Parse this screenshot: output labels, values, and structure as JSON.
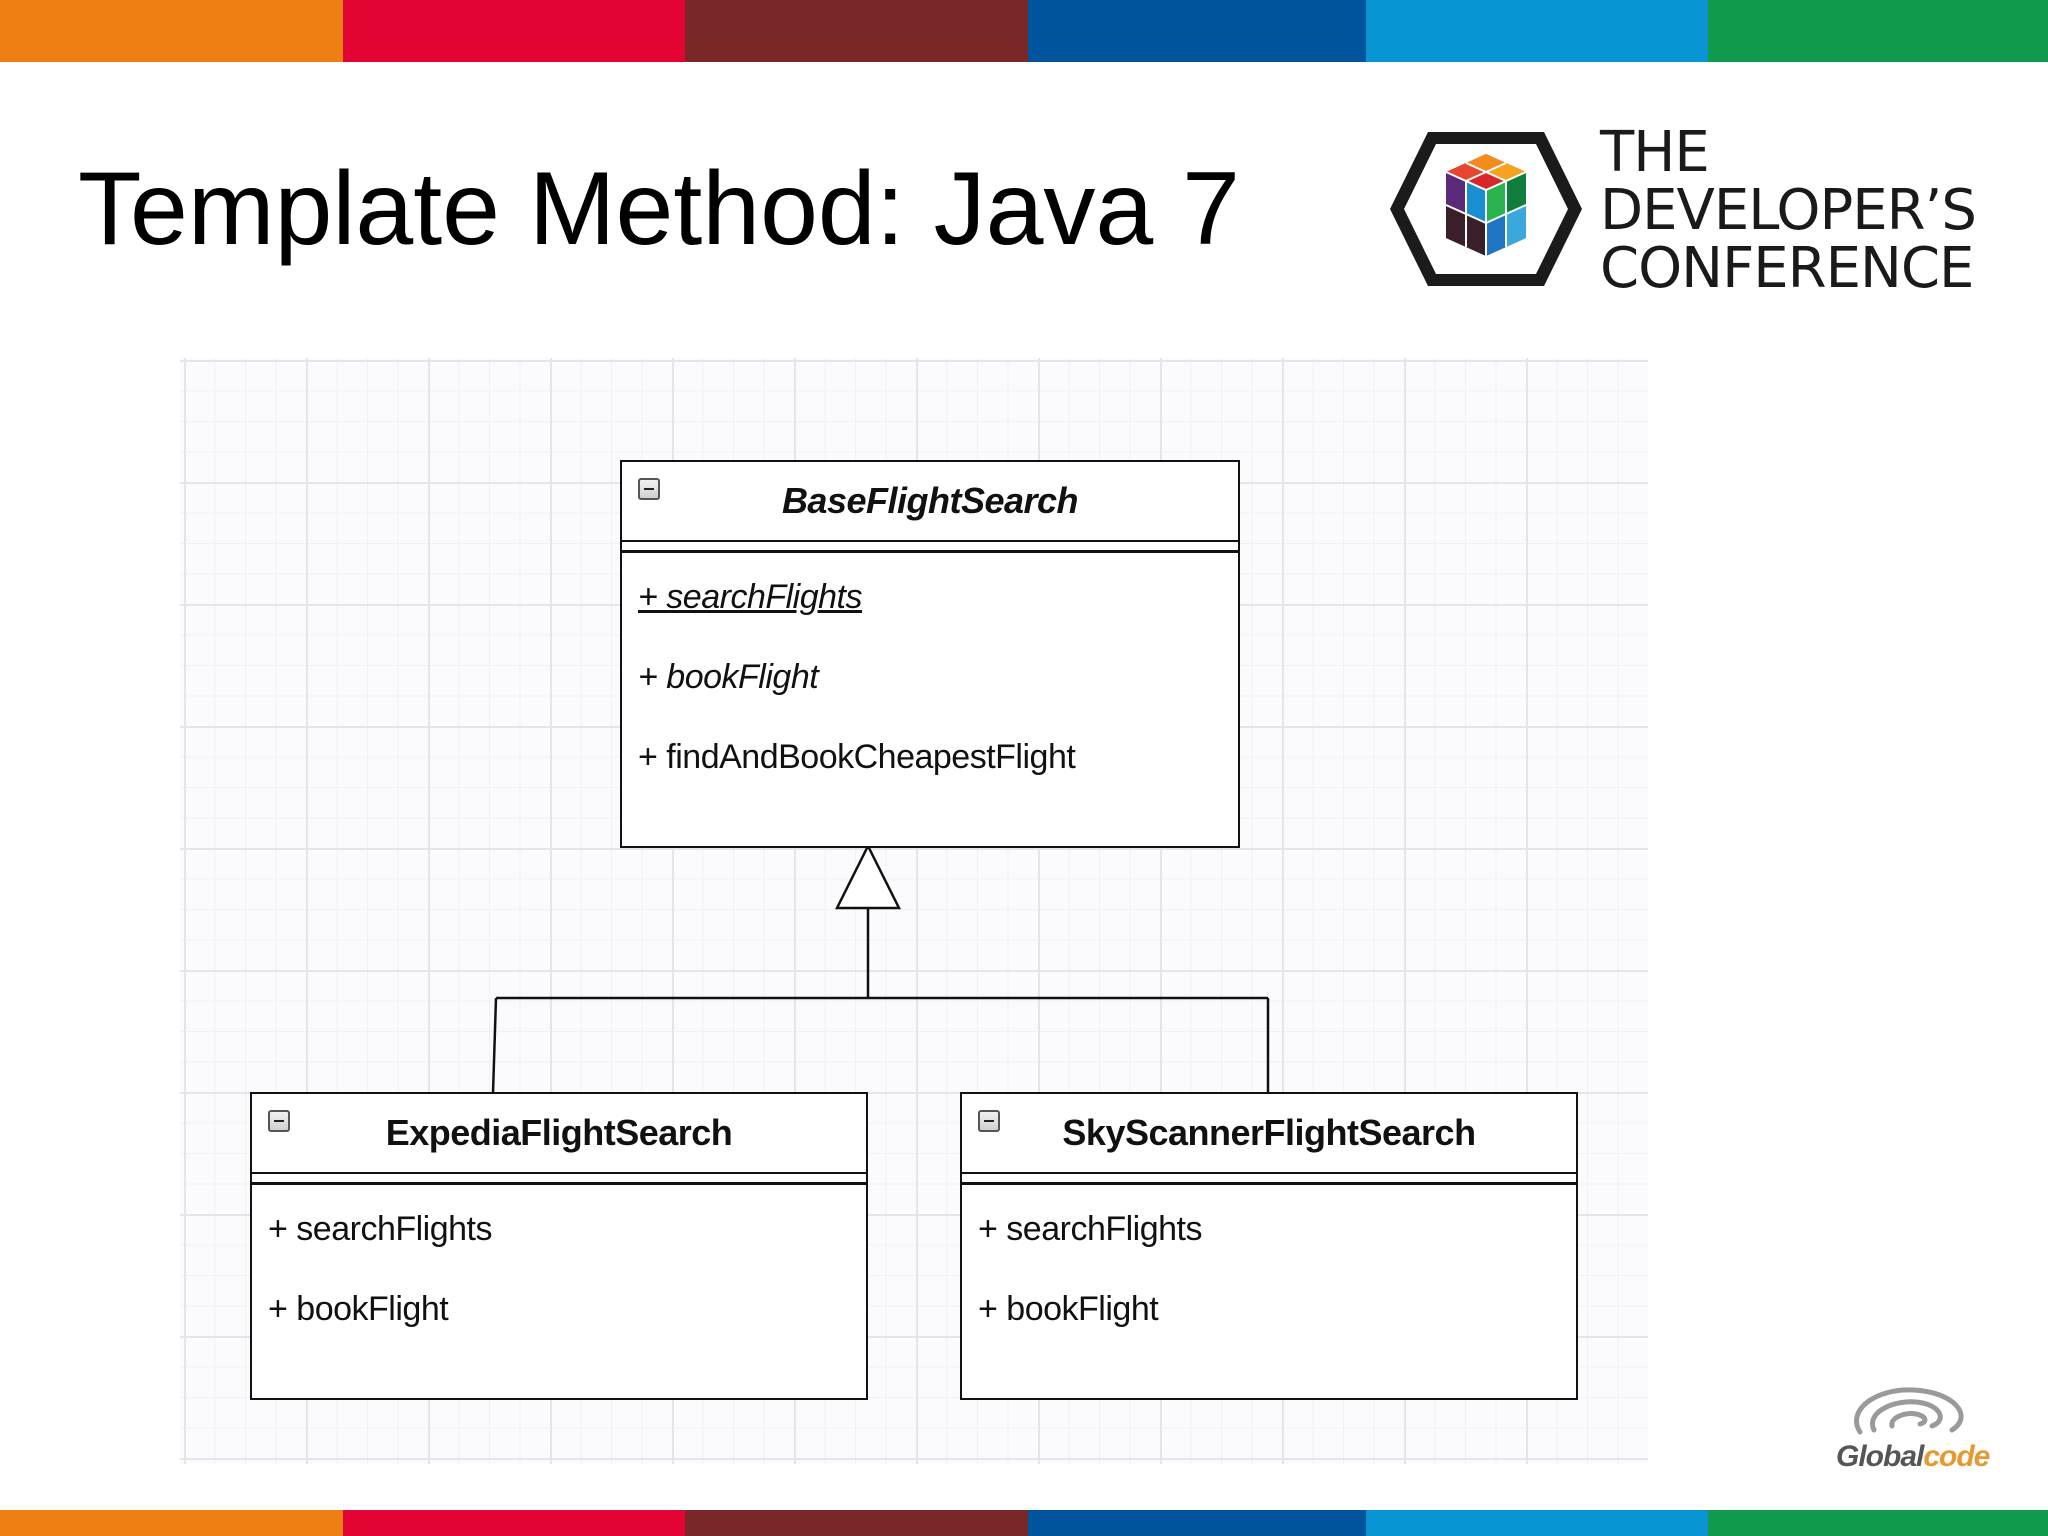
{
  "slide": {
    "title": "Template Method: Java 7",
    "stripe_colors": [
      "#ee7f12",
      "#e30433",
      "#7a2727",
      "#00549c",
      "#0995d3",
      "#0f9a4c"
    ]
  },
  "logo": {
    "line1": "THE",
    "line2": "DEVELOPER’S",
    "line3": "CONFERENCE"
  },
  "diagram": {
    "classes": [
      {
        "id": "base",
        "name": "BaseFlightSearch",
        "abstract": true,
        "operations": [
          {
            "label": "+ searchFlights",
            "abstract": true,
            "static": true
          },
          {
            "label": "+ bookFlight",
            "abstract": true,
            "static": false
          },
          {
            "label": "+ findAndBookCheapestFlight",
            "abstract": false,
            "static": false
          }
        ]
      },
      {
        "id": "expedia",
        "name": "ExpediaFlightSearch",
        "abstract": false,
        "operations": [
          {
            "label": "+ searchFlights",
            "abstract": false,
            "static": false
          },
          {
            "label": "+ bookFlight",
            "abstract": false,
            "static": false
          }
        ]
      },
      {
        "id": "skyscanner",
        "name": "SkyScannerFlightSearch",
        "abstract": false,
        "operations": [
          {
            "label": "+ searchFlights",
            "abstract": false,
            "static": false
          },
          {
            "label": "+ bookFlight",
            "abstract": false,
            "static": false
          }
        ]
      }
    ],
    "relationships": [
      {
        "type": "generalization",
        "from": "expedia",
        "to": "base"
      },
      {
        "type": "generalization",
        "from": "skyscanner",
        "to": "base"
      }
    ]
  },
  "footer": {
    "brand_part1": "Global",
    "brand_part2": "code"
  }
}
